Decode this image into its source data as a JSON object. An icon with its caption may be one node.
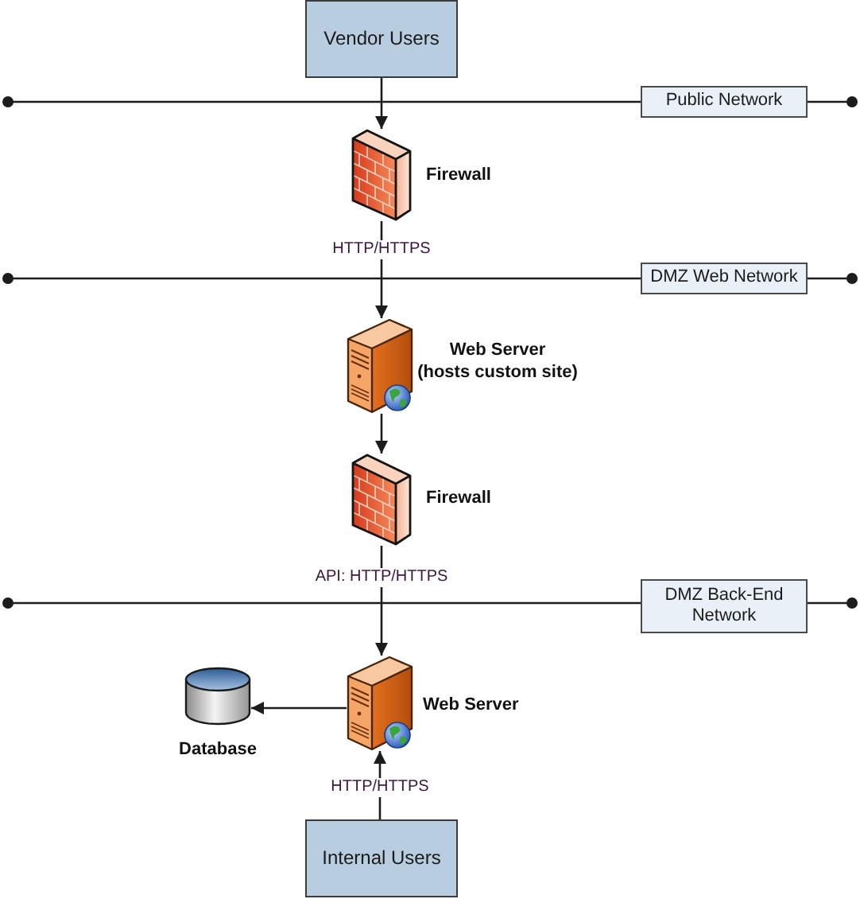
{
  "diagram": {
    "nodes": [
      {
        "text": [
          "Vendor Users"
        ]
      },
      {
        "text": [
          "Public Network"
        ]
      },
      {
        "text": [],
        "shape": "picture",
        "beside": [
          "Firewall"
        ]
      },
      {
        "text": [
          "DMZ Web Network"
        ]
      },
      {
        "text": [],
        "shape": "picture",
        "beside": [
          "Web Server",
          "(hosts custom site)"
        ]
      },
      {
        "text": [],
        "shape": "picture",
        "beside": [
          "Firewall"
        ]
      },
      {
        "text": [
          "DMZ Back-End Network"
        ]
      },
      {
        "text": [],
        "shape": "cylinder",
        "beside": [
          "Database"
        ]
      },
      {
        "text": [],
        "shape": "picture",
        "beside": [
          "Web Server"
        ]
      },
      {
        "text": [
          "Internal Users"
        ]
      }
    ],
    "edges": [
      {
        "from": 0,
        "to": 2,
        "arrow": "to"
      },
      {
        "from": 2,
        "to": 4,
        "arrow": "to",
        "label": "HTTP/HTTPS"
      },
      {
        "from": 4,
        "to": 5,
        "arrow": "to"
      },
      {
        "from": 5,
        "to": 8,
        "arrow": "to",
        "label": "API: HTTP/HTTPS"
      },
      {
        "from": 8,
        "to": 7,
        "arrow": "to"
      },
      {
        "from": 9,
        "to": 8,
        "arrow": "to",
        "label": "HTTP/HTTPS"
      },
      {
        "from": null,
        "to": 1,
        "arrow": "other"
      },
      {
        "from": null,
        "to": 1,
        "arrow": "other"
      },
      {
        "from": null,
        "to": 3,
        "arrow": "other"
      },
      {
        "from": null,
        "to": 3,
        "arrow": "other"
      },
      {
        "from": null,
        "to": 6,
        "arrow": "other"
      },
      {
        "from": null,
        "to": 6,
        "arrow": "other"
      }
    ]
  }
}
